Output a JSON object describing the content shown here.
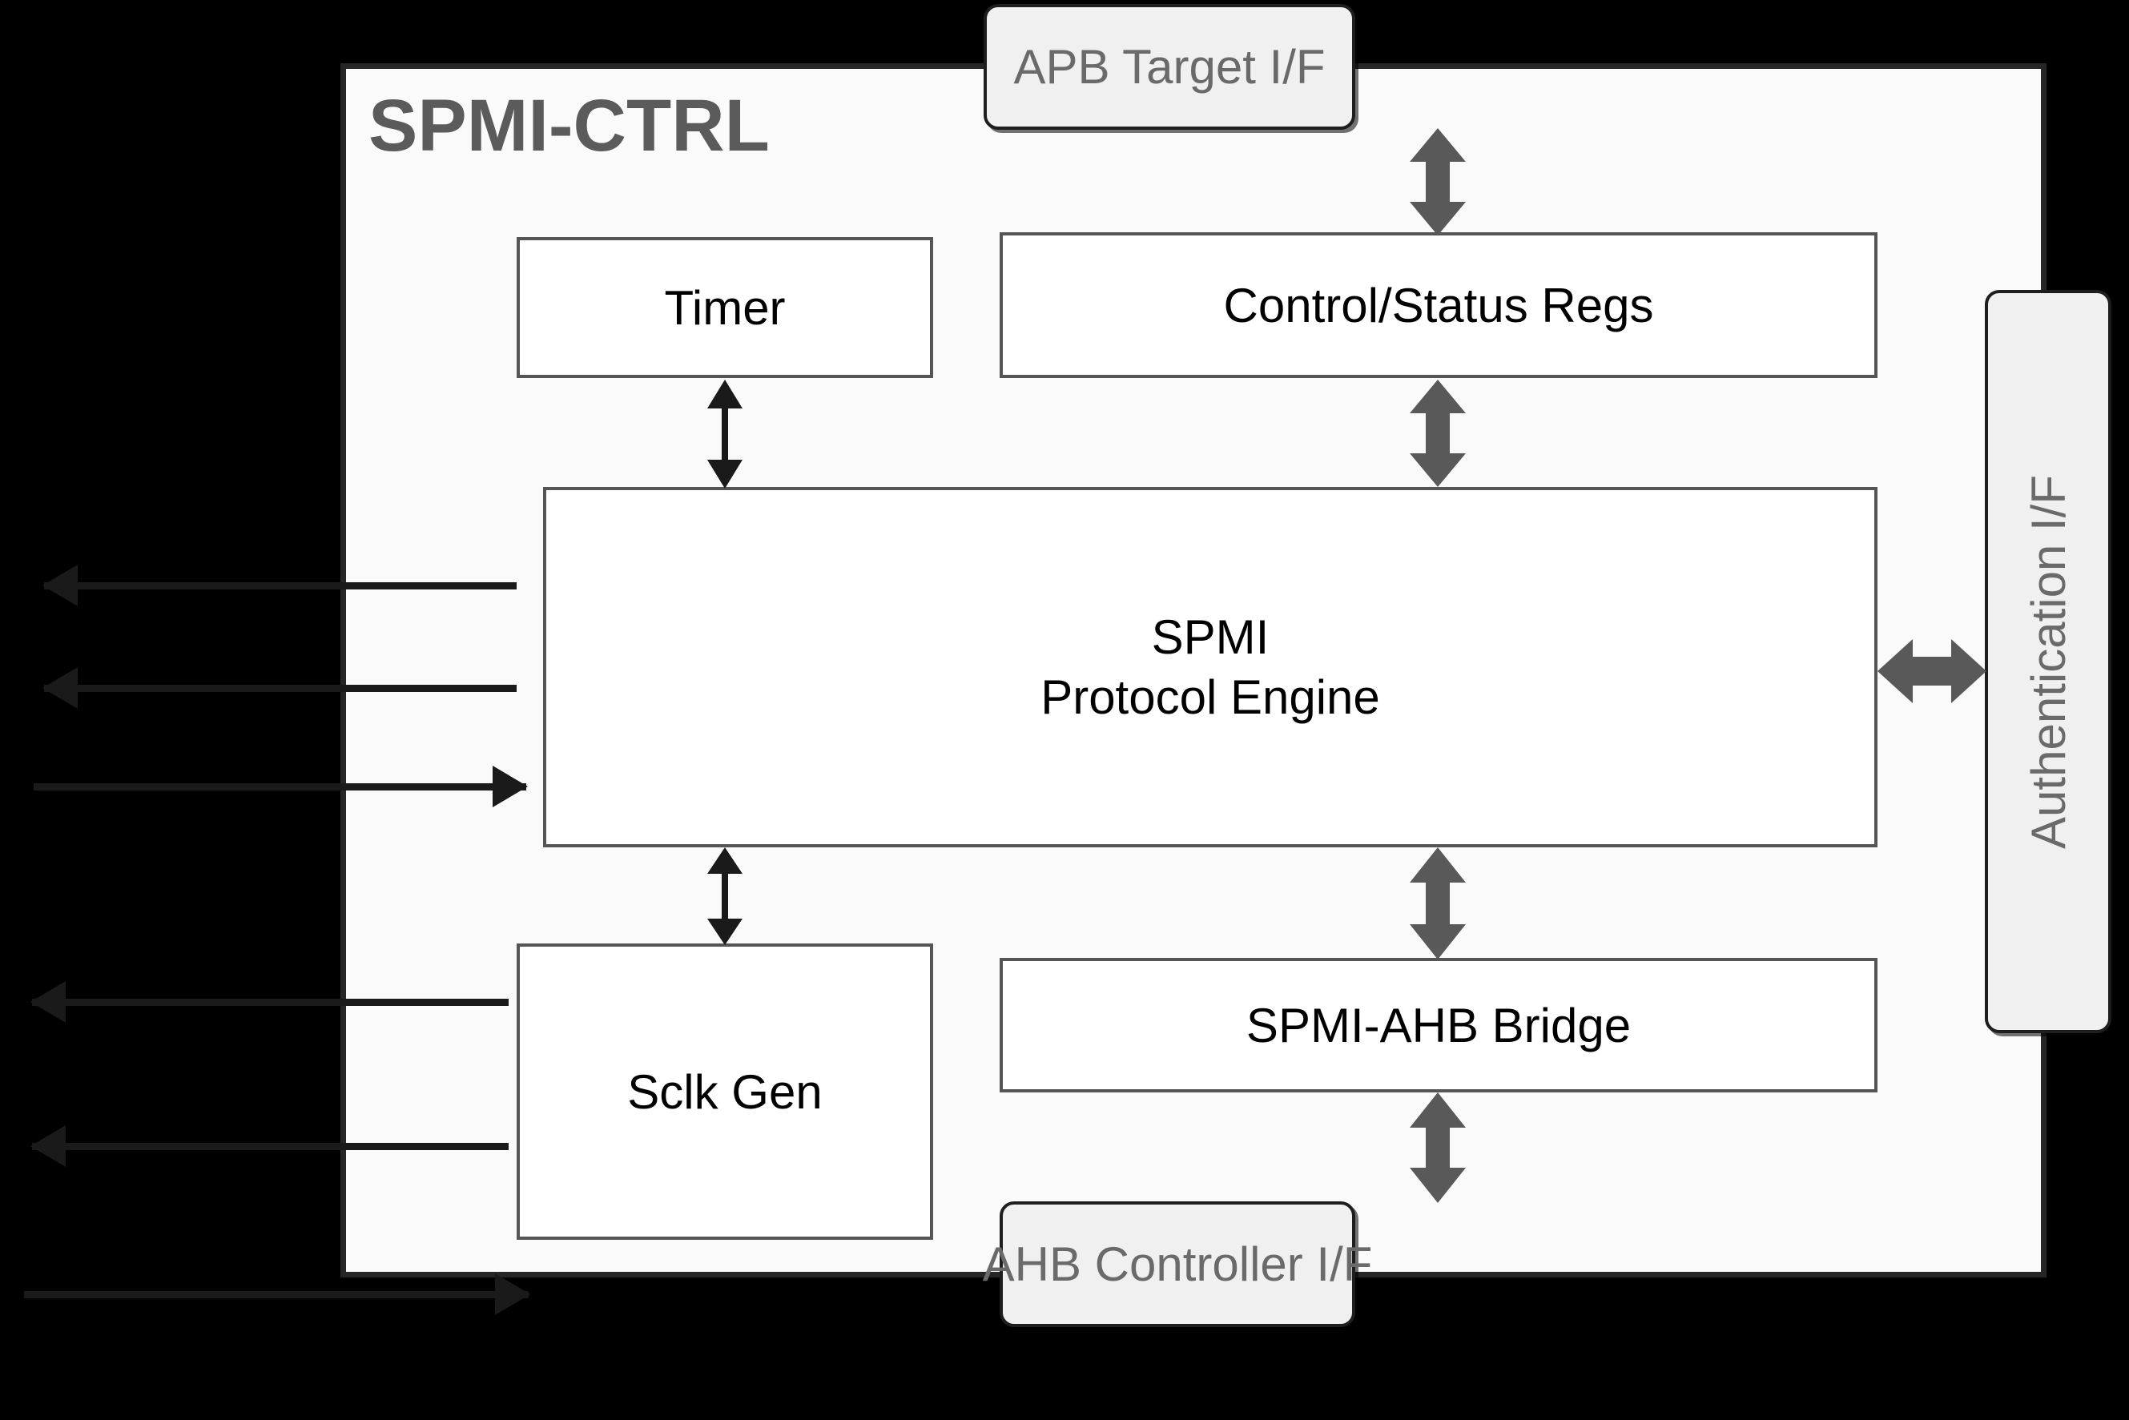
{
  "diagram": {
    "title": "SPMI-CTRL",
    "type": "block-diagram",
    "background_color": "#000000",
    "panel_color": "#fafafa",
    "panel_border_color": "#262626",
    "block_text_color": "#000000",
    "interface_text_color": "#6a6a6a",
    "interface_fill_color": "#f0f0f0",
    "arrow_color": "#595959",
    "signal_color": "#1a1a1a"
  },
  "blocks": {
    "timer": {
      "label": "Timer"
    },
    "control_status_regs": {
      "label": "Control/Status Regs"
    },
    "protocol_engine": {
      "label_line1": "SPMI",
      "label_line2": "Protocol Engine"
    },
    "sclk_gen": {
      "label": "Sclk Gen"
    },
    "spmi_ahb_bridge": {
      "label": "SPMI-AHB Bridge"
    }
  },
  "interfaces": {
    "apb_target": {
      "label": "APB Target I/F",
      "position": "top"
    },
    "authentication": {
      "label": "Authentication I/F",
      "position": "right",
      "orientation": "vertical"
    },
    "ahb_controller": {
      "label": "AHB Controller I/F",
      "position": "bottom"
    }
  },
  "connections": [
    {
      "from": "apb_target",
      "to": "control_status_regs",
      "style": "bidirectional",
      "orientation": "vertical"
    },
    {
      "from": "control_status_regs",
      "to": "protocol_engine",
      "style": "bidirectional",
      "orientation": "vertical"
    },
    {
      "from": "timer",
      "to": "protocol_engine",
      "style": "bidirectional",
      "orientation": "vertical"
    },
    {
      "from": "protocol_engine",
      "to": "sclk_gen",
      "style": "bidirectional",
      "orientation": "vertical"
    },
    {
      "from": "protocol_engine",
      "to": "authentication",
      "style": "bidirectional",
      "orientation": "horizontal"
    },
    {
      "from": "protocol_engine",
      "to": "spmi_ahb_bridge",
      "style": "bidirectional",
      "orientation": "vertical"
    },
    {
      "from": "spmi_ahb_bridge",
      "to": "ahb_controller",
      "style": "bidirectional",
      "orientation": "vertical"
    }
  ],
  "ports": {
    "protocol_engine_ports": [
      {
        "direction": "out",
        "label": ""
      },
      {
        "direction": "out",
        "label": ""
      },
      {
        "direction": "in",
        "label": ""
      }
    ],
    "sclk_gen_ports": [
      {
        "direction": "out",
        "label": ""
      },
      {
        "direction": "out",
        "label": ""
      },
      {
        "direction": "in",
        "label": ""
      }
    ]
  }
}
